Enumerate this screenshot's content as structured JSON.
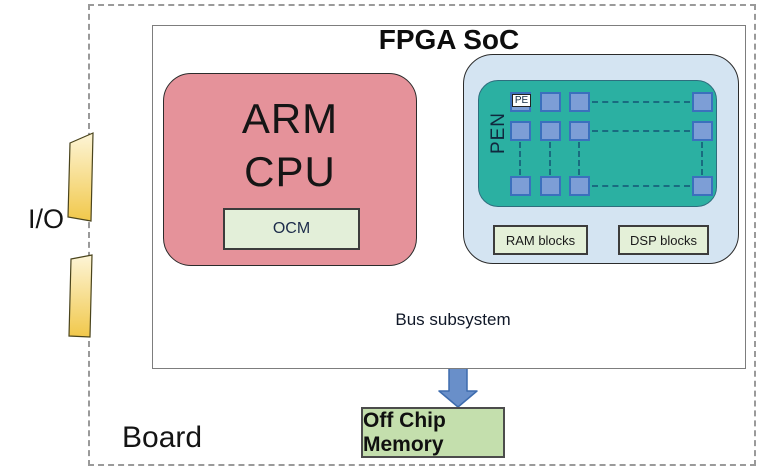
{
  "board": {
    "label": "Board"
  },
  "io": {
    "label": "I/O"
  },
  "fpga_soc": {
    "title": "FPGA SoC"
  },
  "arm_cpu": {
    "title_line1": "ARM",
    "title_line2": "CPU",
    "ocm_label": "OCM"
  },
  "fpga_fabric": {
    "pen_label": "PEN",
    "pe_label": "PE",
    "ram_label": "RAM blocks",
    "dsp_label": "DSP blocks"
  },
  "bus": {
    "label": "Bus subsystem"
  },
  "off_chip_memory": {
    "label": "Off Chip Memory"
  },
  "colors": {
    "arm_cpu_fill": "#e5929a",
    "pale_green_fill": "#e3efd9",
    "fabric_fill": "#d4e4f2",
    "pen_fill": "#2bb0a2",
    "pe_square_fill": "#7d9ed6",
    "pe_square_border": "#3b70bd",
    "bus_arrow_fill": "#b8cfe9",
    "bus_arrow_stroke": "#1c2b45",
    "vertical_arrow_fill": "#698fc9",
    "off_chip_memory_fill": "#c4dfad",
    "io_connector_yellow": "#f1c84b",
    "dashed_link": "#196b80",
    "board_border": "#9a9a9a"
  }
}
